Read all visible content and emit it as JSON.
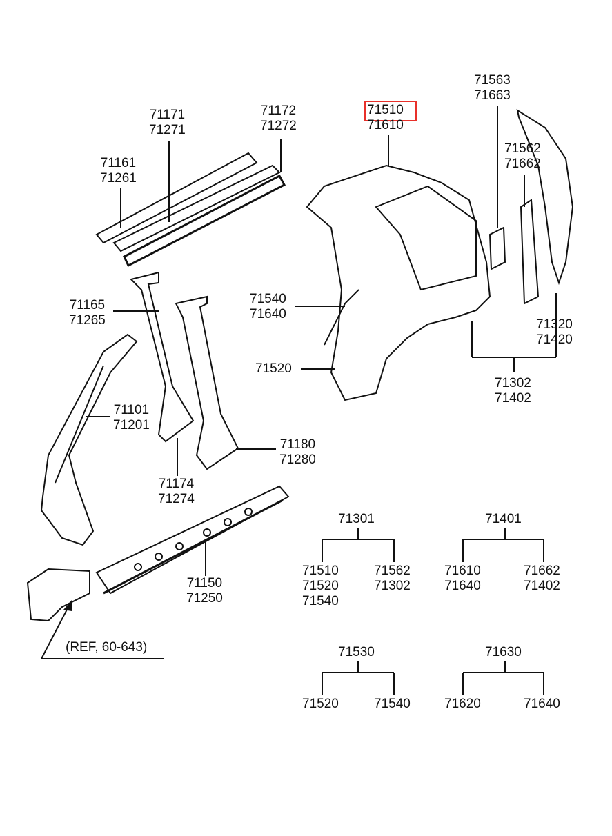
{
  "diagram": {
    "highlight_color": "#e8302a",
    "callouts": [
      {
        "id": "c-71171",
        "lines": [
          "71171",
          "71271"
        ]
      },
      {
        "id": "c-71172",
        "lines": [
          "71172",
          "71272"
        ]
      },
      {
        "id": "c-71161",
        "lines": [
          "71161",
          "71261"
        ]
      },
      {
        "id": "c-71510",
        "lines": [
          "71510",
          "71610"
        ],
        "highlighted_line": "71510"
      },
      {
        "id": "c-71563",
        "lines": [
          "71563",
          "71663"
        ]
      },
      {
        "id": "c-71562",
        "lines": [
          "71562",
          "71662"
        ]
      },
      {
        "id": "c-71165",
        "lines": [
          "71165",
          "71265"
        ]
      },
      {
        "id": "c-71540",
        "lines": [
          "71540",
          "71640"
        ]
      },
      {
        "id": "c-71520",
        "lines": [
          "71520"
        ]
      },
      {
        "id": "c-71320",
        "lines": [
          "71320",
          "71420"
        ]
      },
      {
        "id": "c-71302",
        "lines": [
          "71302",
          "71402"
        ]
      },
      {
        "id": "c-71101",
        "lines": [
          "71101",
          "71201"
        ]
      },
      {
        "id": "c-71180",
        "lines": [
          "71180",
          "71280"
        ]
      },
      {
        "id": "c-71174",
        "lines": [
          "71174",
          "71274"
        ]
      },
      {
        "id": "c-71150",
        "lines": [
          "71150",
          "71250"
        ]
      },
      {
        "id": "c-ref",
        "lines": [
          "(REF, 60-643)"
        ]
      }
    ],
    "trees": [
      {
        "parent": "71301",
        "left": [
          "71510",
          "71520",
          "71540"
        ],
        "right": [
          "71562",
          "71302"
        ]
      },
      {
        "parent": "71401",
        "left": [
          "71610",
          "71640"
        ],
        "right": [
          "71662",
          "71402"
        ]
      },
      {
        "parent": "71530",
        "left": [
          "71520"
        ],
        "right": [
          "71540"
        ]
      },
      {
        "parent": "71630",
        "left": [
          "71620"
        ],
        "right": [
          "71640"
        ]
      }
    ]
  }
}
